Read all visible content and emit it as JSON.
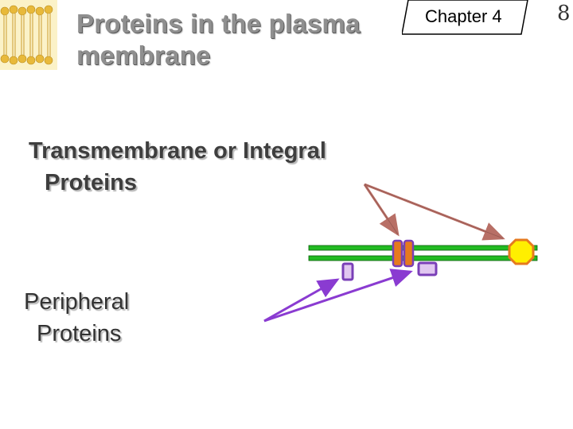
{
  "header": {
    "title_line1": "Proteins in the plasma",
    "title_line2": "membrane",
    "chapter_tab": "Chapter 4",
    "page_number": "8"
  },
  "body": {
    "integral_line1": "Transmembrane or Integral",
    "integral_line2": "Proteins",
    "peripheral_line1": "Peripheral",
    "peripheral_line2": "Proteins"
  },
  "colors": {
    "membrane_line": "#22bb22",
    "integral_arrow": "#b86f66",
    "peripheral_arrow": "#8a3bd1",
    "protein_orange": "#e67a1e",
    "protein_yellow": "#ffef00",
    "protein_purple": "#7a3fb7"
  },
  "icons": [
    "membrane-logo-icon"
  ]
}
